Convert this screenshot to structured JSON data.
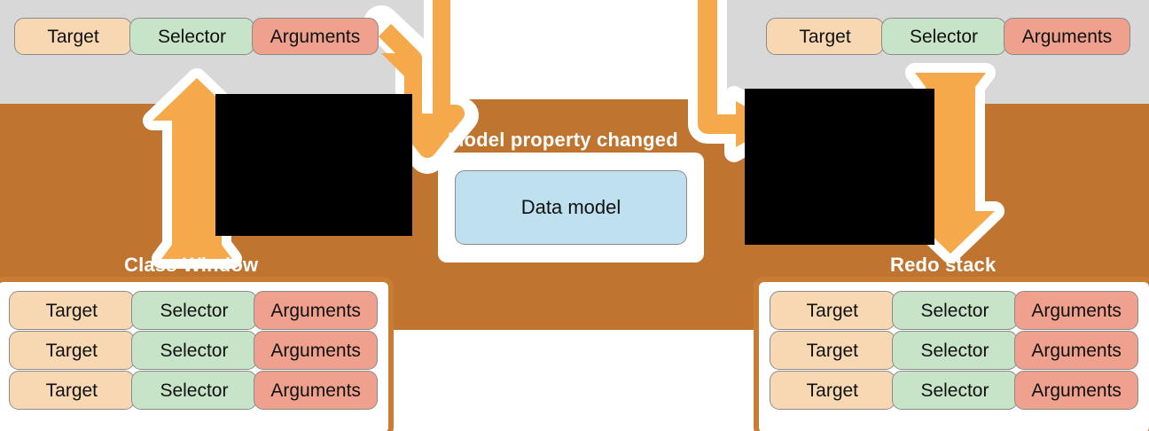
{
  "diagram": {
    "title_visible": false,
    "colors": {
      "brown_panel": "#bf7430",
      "gray_panel": "#d8d8d8",
      "orange_arrow": "#f5a94b",
      "stack_border": "#c97c33",
      "pill_target": "#f8d8b2",
      "pill_selector": "#c8e4c8",
      "pill_arguments": "#f0a18d",
      "data_model_fill": "#bfe0ee",
      "caption_text": "#ffffff"
    }
  },
  "top_commands": {
    "left": {
      "target": "Target",
      "selector": "Selector",
      "arguments": "Arguments"
    },
    "right": {
      "target": "Target",
      "selector": "Selector",
      "arguments": "Arguments"
    }
  },
  "model": {
    "caption": "Model property changed",
    "box_label": "Data model"
  },
  "stacks": [
    {
      "id": "class-window",
      "caption": "Class Window",
      "rows": [
        {
          "target": "Target",
          "selector": "Selector",
          "arguments": "Arguments"
        },
        {
          "target": "Target",
          "selector": "Selector",
          "arguments": "Arguments"
        },
        {
          "target": "Target",
          "selector": "Selector",
          "arguments": "Arguments"
        }
      ]
    },
    {
      "id": "redo-stack",
      "caption": "Redo stack",
      "rows": [
        {
          "target": "Target",
          "selector": "Selector",
          "arguments": "Arguments"
        },
        {
          "target": "Target",
          "selector": "Selector",
          "arguments": "Arguments"
        },
        {
          "target": "Target",
          "selector": "Selector",
          "arguments": "Arguments"
        }
      ]
    }
  ],
  "redactions": [
    {
      "id": "left-redaction",
      "label": ""
    },
    {
      "id": "right-redaction",
      "label": ""
    }
  ]
}
